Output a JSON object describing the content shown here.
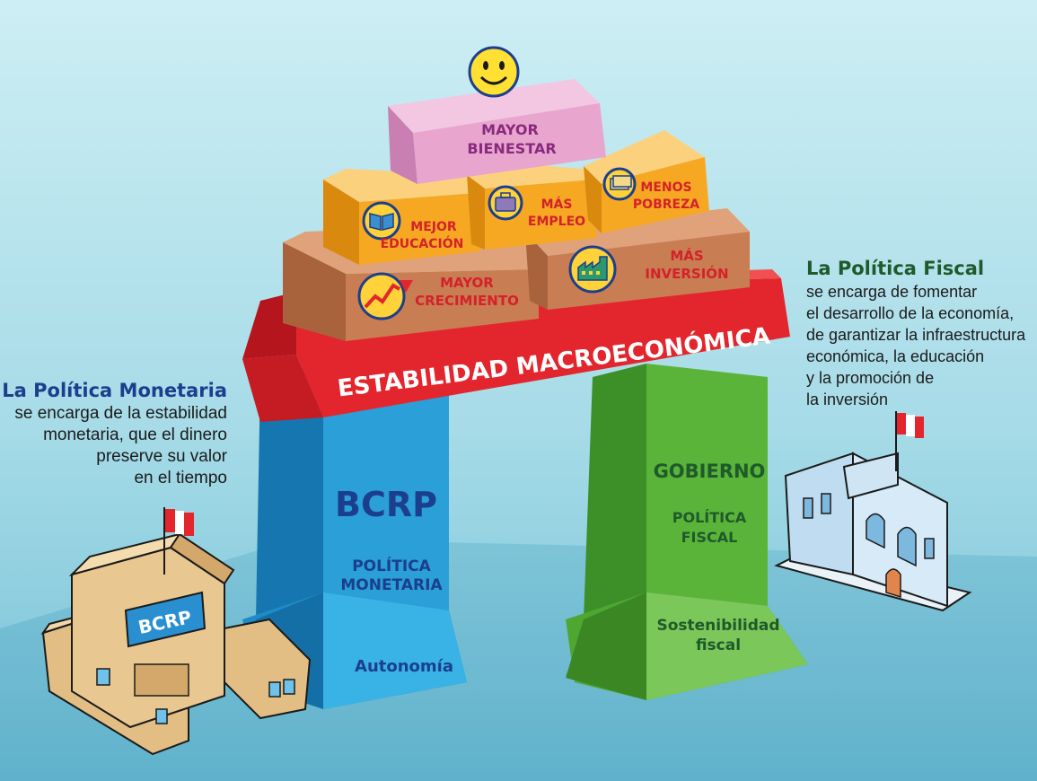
{
  "top": {
    "mayor_bienestar": [
      "MAYOR",
      "BIENESTAR"
    ]
  },
  "middle": {
    "mejor_educacion": [
      "MEJOR",
      "EDUCACIÓN"
    ],
    "mas_empleo": [
      "MÁS",
      "EMPLEO"
    ],
    "menos_pobreza": [
      "MENOS",
      "POBREZA"
    ]
  },
  "lower": {
    "mayor_crecimiento": [
      "MAYOR",
      "CRECIMIENTO"
    ],
    "mas_inversion": [
      "MÁS",
      "INVERSIÓN"
    ]
  },
  "beam": {
    "label": "ESTABILIDAD MACROECONÓMICA"
  },
  "left_pillar": {
    "title": "BCRP",
    "subtitle": [
      "POLÍTICA",
      "MONETARIA"
    ],
    "base": "Autonomía"
  },
  "right_pillar": {
    "title": "GOBIERNO",
    "subtitle": [
      "POLÍTICA",
      "FISCAL"
    ],
    "base": [
      "Sostenibilidad",
      "fiscal"
    ]
  },
  "bcrp_building": {
    "sign": "BCRP"
  },
  "left_text": {
    "title": "La Política Monetaria",
    "lines": [
      "se encarga de la estabilidad",
      "monetaria, que el dinero",
      "preserve su valor",
      "en el tiempo"
    ]
  },
  "right_text": {
    "title": "La Política Fiscal",
    "lines": [
      "se encarga de fomentar",
      "el desarrollo de la economía,",
      "de garantizar la infraestructura",
      "económica, la educación",
      "y la promoción de",
      "la inversión"
    ]
  },
  "colors": {
    "background": "#a8dde8",
    "blue_pillar": "#2a9fd8",
    "green_pillar": "#5bb43a",
    "red_beam": "#e3262d",
    "pink_block": "#e8a6cf",
    "orange_block": "#f7a823",
    "brown_block": "#c97d52",
    "label_red": "#d4212a",
    "label_purple": "#8a2a7e",
    "label_navy": "#1b3f8c",
    "label_green": "#1e5a2a"
  }
}
